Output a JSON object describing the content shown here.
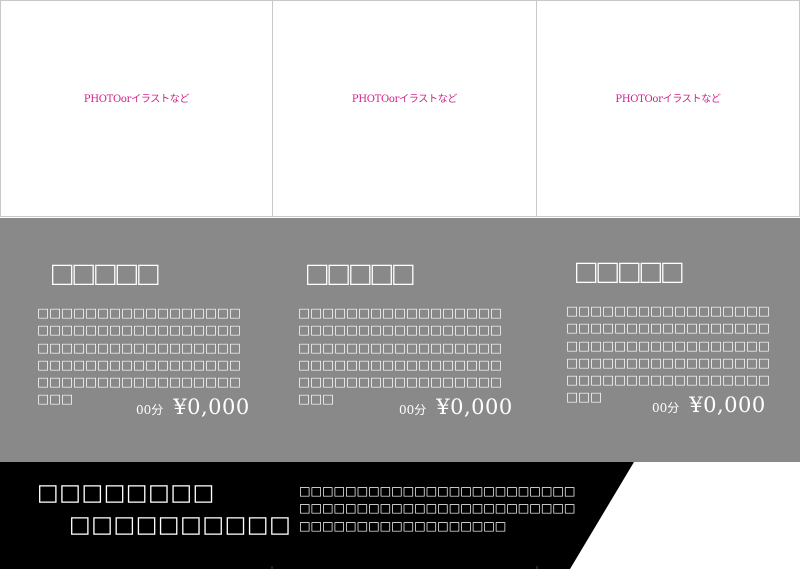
{
  "photos": [
    {
      "placeholder": "PHOTOorイラストなど"
    },
    {
      "placeholder": "PHOTOorイラストなど"
    },
    {
      "placeholder": "PHOTOorイラストなど"
    }
  ],
  "menus": [
    {
      "title": "□□□□□",
      "description": "□□□□□□□□□□□□□□□□□□□□□□□□□□□□□□□□□□□□□□□□□□□□□□□□□□□□□□□□□□□□□□□□□□□□□□□□□□□□□□□□□□□□□□□□",
      "duration": "00分",
      "price": "¥0,000"
    },
    {
      "title": "□□□□□",
      "description": "□□□□□□□□□□□□□□□□□□□□□□□□□□□□□□□□□□□□□□□□□□□□□□□□□□□□□□□□□□□□□□□□□□□□□□□□□□□□□□□□□□□□□□□□",
      "duration": "00分",
      "price": "¥0,000"
    },
    {
      "title": "□□□□□",
      "description": "□□□□□□□□□□□□□□□□□□□□□□□□□□□□□□□□□□□□□□□□□□□□□□□□□□□□□□□□□□□□□□□□□□□□□□□□□□□□□□□□□□□□□□□□",
      "duration": "00分",
      "price": "¥0,000"
    }
  ],
  "footer": {
    "heading_line1": "□□□□□□□□",
    "heading_line2": "□□□□□□□□□□",
    "text": "□□□□□□□□□□□□□□□□□□□□□□□□□□□□□□□□□□□□□□□□□□□□□□□□□□□□□□□□□□□□□□□□□□"
  },
  "colors": {
    "placeholder_text": "#d21e8c",
    "menu_band": "#898989",
    "footer_band": "#000000",
    "text": "#ffffff"
  }
}
